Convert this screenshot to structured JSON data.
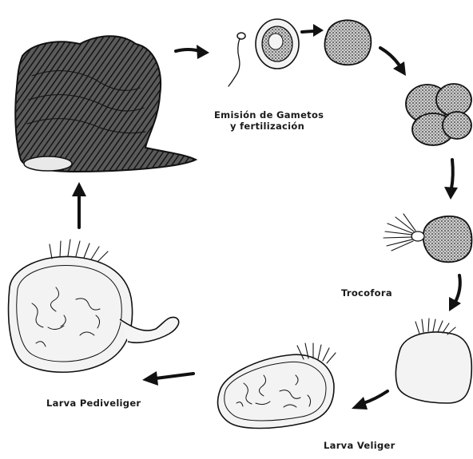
{
  "labels": {
    "gametes_line1": "Emisión de Gametos",
    "gametes_line2": "y fertilización",
    "trochophore": "Trocofora",
    "veliger": "Larva Veliger",
    "pediveliger": "Larva Pediveliger"
  },
  "colors": {
    "ink": "#111111",
    "stipple": "#b9b9b9",
    "background": "#ffffff"
  }
}
